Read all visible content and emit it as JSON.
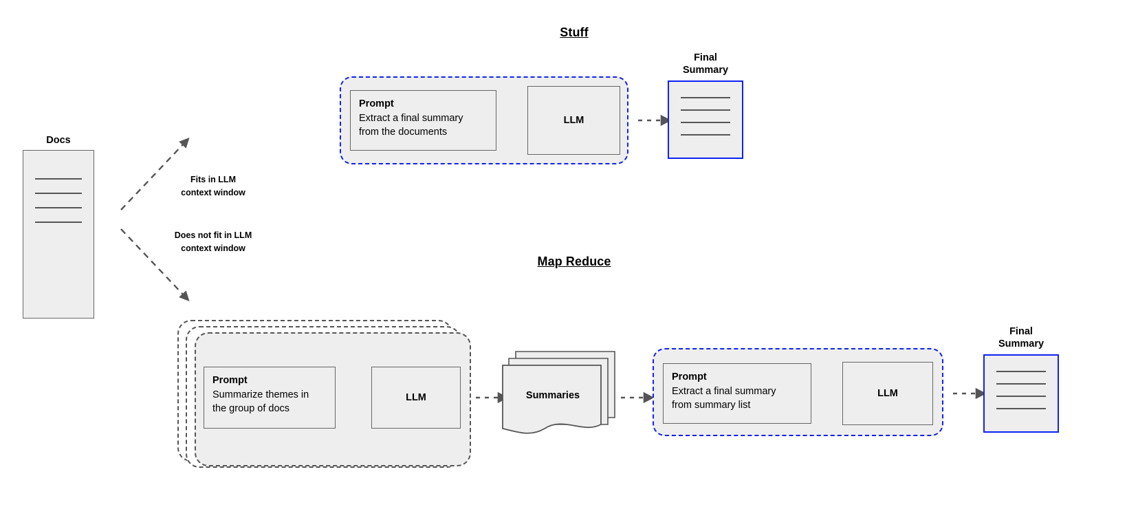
{
  "diagram": {
    "title_stuff": "Stuff",
    "title_map_reduce": "Map Reduce"
  },
  "source": {
    "label": "Docs",
    "line_count": 4
  },
  "branches": [
    {
      "label_line1": "Fits in LLM",
      "label_line2": "context window"
    },
    {
      "label_line1": "Does not fit in LLM",
      "label_line2": "context window"
    }
  ],
  "stuff": {
    "prompt": {
      "title": "Prompt",
      "text": "Extract a final summary\nfrom the documents"
    },
    "llm": {
      "label": "LLM"
    },
    "final_summary": {
      "caption_line1": "Final",
      "caption_line2": "Summary",
      "line_count": 4
    }
  },
  "map_reduce": {
    "map_prompt": {
      "title": "Prompt",
      "text": "Summarize themes in\nthe group of docs"
    },
    "map_llm": {
      "label": "LLM"
    },
    "summaries": {
      "label": "Summaries",
      "stack_count": 3
    },
    "reduce_prompt": {
      "title": "Prompt",
      "text": "Extract a final summary\nfrom summary list"
    },
    "reduce_llm": {
      "label": "LLM"
    },
    "final_summary": {
      "caption_line1": "Final",
      "caption_line2": "Summary",
      "line_count": 4
    },
    "group_stack_count": 3
  },
  "colors": {
    "blue_dashed": "#0f21f2",
    "gray_dashed": "#555555",
    "box_fill": "#eeeeee",
    "box_stroke": "#666666",
    "arrow": "#555555",
    "text": "#000000"
  },
  "icons": {
    "arrow": "dashed-arrow-icon",
    "branch_up": "branch-arrow-up-icon",
    "branch_down": "branch-arrow-down-icon"
  }
}
